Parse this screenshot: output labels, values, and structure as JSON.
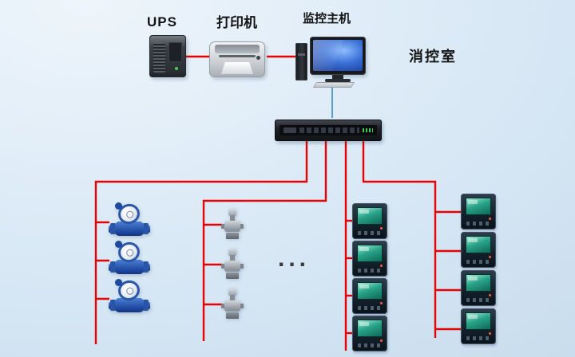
{
  "labels": {
    "ups": "UPS",
    "printer": "打印机",
    "host": "监控主机",
    "room": "消控室",
    "ellipsis": "..."
  },
  "colors": {
    "connector_red": "#e60303",
    "connector_blue": "#5b9bd5",
    "bg_light": "#eef5fb",
    "bg_shade": "#c9ddee"
  },
  "counts": {
    "water_meters": 3,
    "valves": 3,
    "meters_inner": 4,
    "meters_right": 4
  }
}
